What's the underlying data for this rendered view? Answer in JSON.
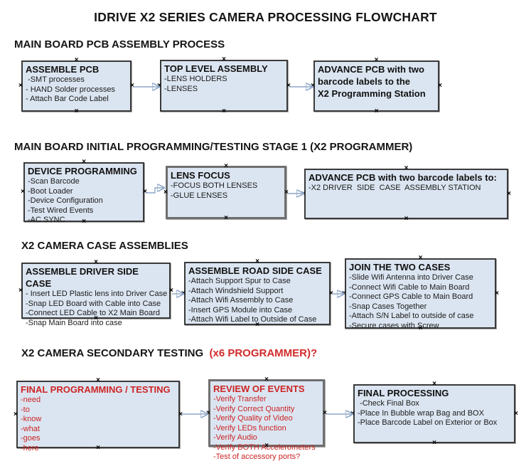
{
  "title": "IDRIVE X2  SERIES CAMERA PROCESSING FLOWCHART",
  "glyphs": {
    "connector_handle": "×"
  },
  "colors": {
    "box_fill": "#dbe5f1",
    "box_border": "#3a3a3a",
    "red_text": "#cc2424",
    "arrow_line": "#8ea7c9",
    "arrow_head": "#3c62ae"
  },
  "sections": [
    {
      "heading": "MAIN BOARD PCB ASSEMBLY PROCESS",
      "boxes": [
        {
          "title": "ASSEMBLE PCB",
          "items": [
            " -SMT processes",
            "- HAND Solder processes",
            "- Attach Bar Code Label"
          ]
        },
        {
          "title": "TOP LEVEL ASSEMBLY",
          "items": [
            "-LENS HOLDERS",
            "-LENSES"
          ]
        },
        {
          "title": "ADVANCE PCB with two\nbarcode labels to the\n X2 Programming Station",
          "items": []
        }
      ]
    },
    {
      "heading": "MAIN BOARD INITIAL PROGRAMMING/TESTING STAGE 1 (X2 PROGRAMMER)",
      "boxes": [
        {
          "title": "DEVICE PROGRAMMING",
          "items": [
            "-Scan Barcode",
            "-Boot Loader",
            "-Device Configuration",
            "-Test Wired Events",
            "-AC SYNC"
          ]
        },
        {
          "title": "LENS FOCUS",
          "items": [
            "-FOCUS BOTH LENSES",
            "-GLUE LENSES"
          ]
        },
        {
          "title": "ADVANCE PCB with two barcode labels to:",
          "items": [
            "-X2 DRIVER  SIDE  CASE  ASSEMBLY STATION"
          ]
        }
      ]
    },
    {
      "heading": "X2 CAMERA CASE ASSEMBLIES",
      "boxes": [
        {
          "title": "ASSEMBLE DRIVER SIDE CASE",
          "items": [
            "- Insert LED Plastic lens into Driver Case",
            "-Snap LED Board with Cable into Case",
            "-Connect LED Cable to X2 Main Board",
            "-Snap Main Board into case"
          ]
        },
        {
          "title": "ASSEMBLE ROAD SIDE CASE",
          "items": [
            "-Attach Support Spur to Case",
            "-Attach Windshield Support",
            "-Attach Wifi Assembly to Case",
            "-Insert GPS Module into Case",
            "-Attach Wifi Label to Outside of Case"
          ]
        },
        {
          "title": "JOIN THE TWO CASES",
          "items": [
            "-Slide Wifi Antenna into Driver Case",
            "-Connect Wifi Cable to Main Board",
            "-Connect GPS Cable to Main Board",
            "-Snap Cases Together",
            "-Attach S/N Label to outside of case",
            "-Secure cases with Screw"
          ]
        }
      ]
    },
    {
      "heading": "X2 CAMERA SECONDARY TESTING ",
      "heading_red": " (x6 PROGRAMMER)?",
      "boxes": [
        {
          "title": "FINAL PROGRAMMING / TESTING",
          "items": [
            "-need",
            "-to",
            "-know",
            "-what",
            "-goes",
            "-here"
          ]
        },
        {
          "title": "REVIEW OF EVENTS",
          "items": [
            "-Verify Transfer",
            "-Verify Correct Quantity",
            "-Verify Quality of Video",
            "-Verify LEDs function",
            "-Verify Audio",
            "-Verify BOTH Accelerometers",
            "-Test of accessory ports?"
          ]
        },
        {
          "title": "FINAL PROCESSING",
          "items": [
            " -Check Final Box",
            "-Place In Bubble wrap Bag and BOX",
            "-Place Barcode Label on Exterior or Box"
          ]
        }
      ]
    }
  ]
}
